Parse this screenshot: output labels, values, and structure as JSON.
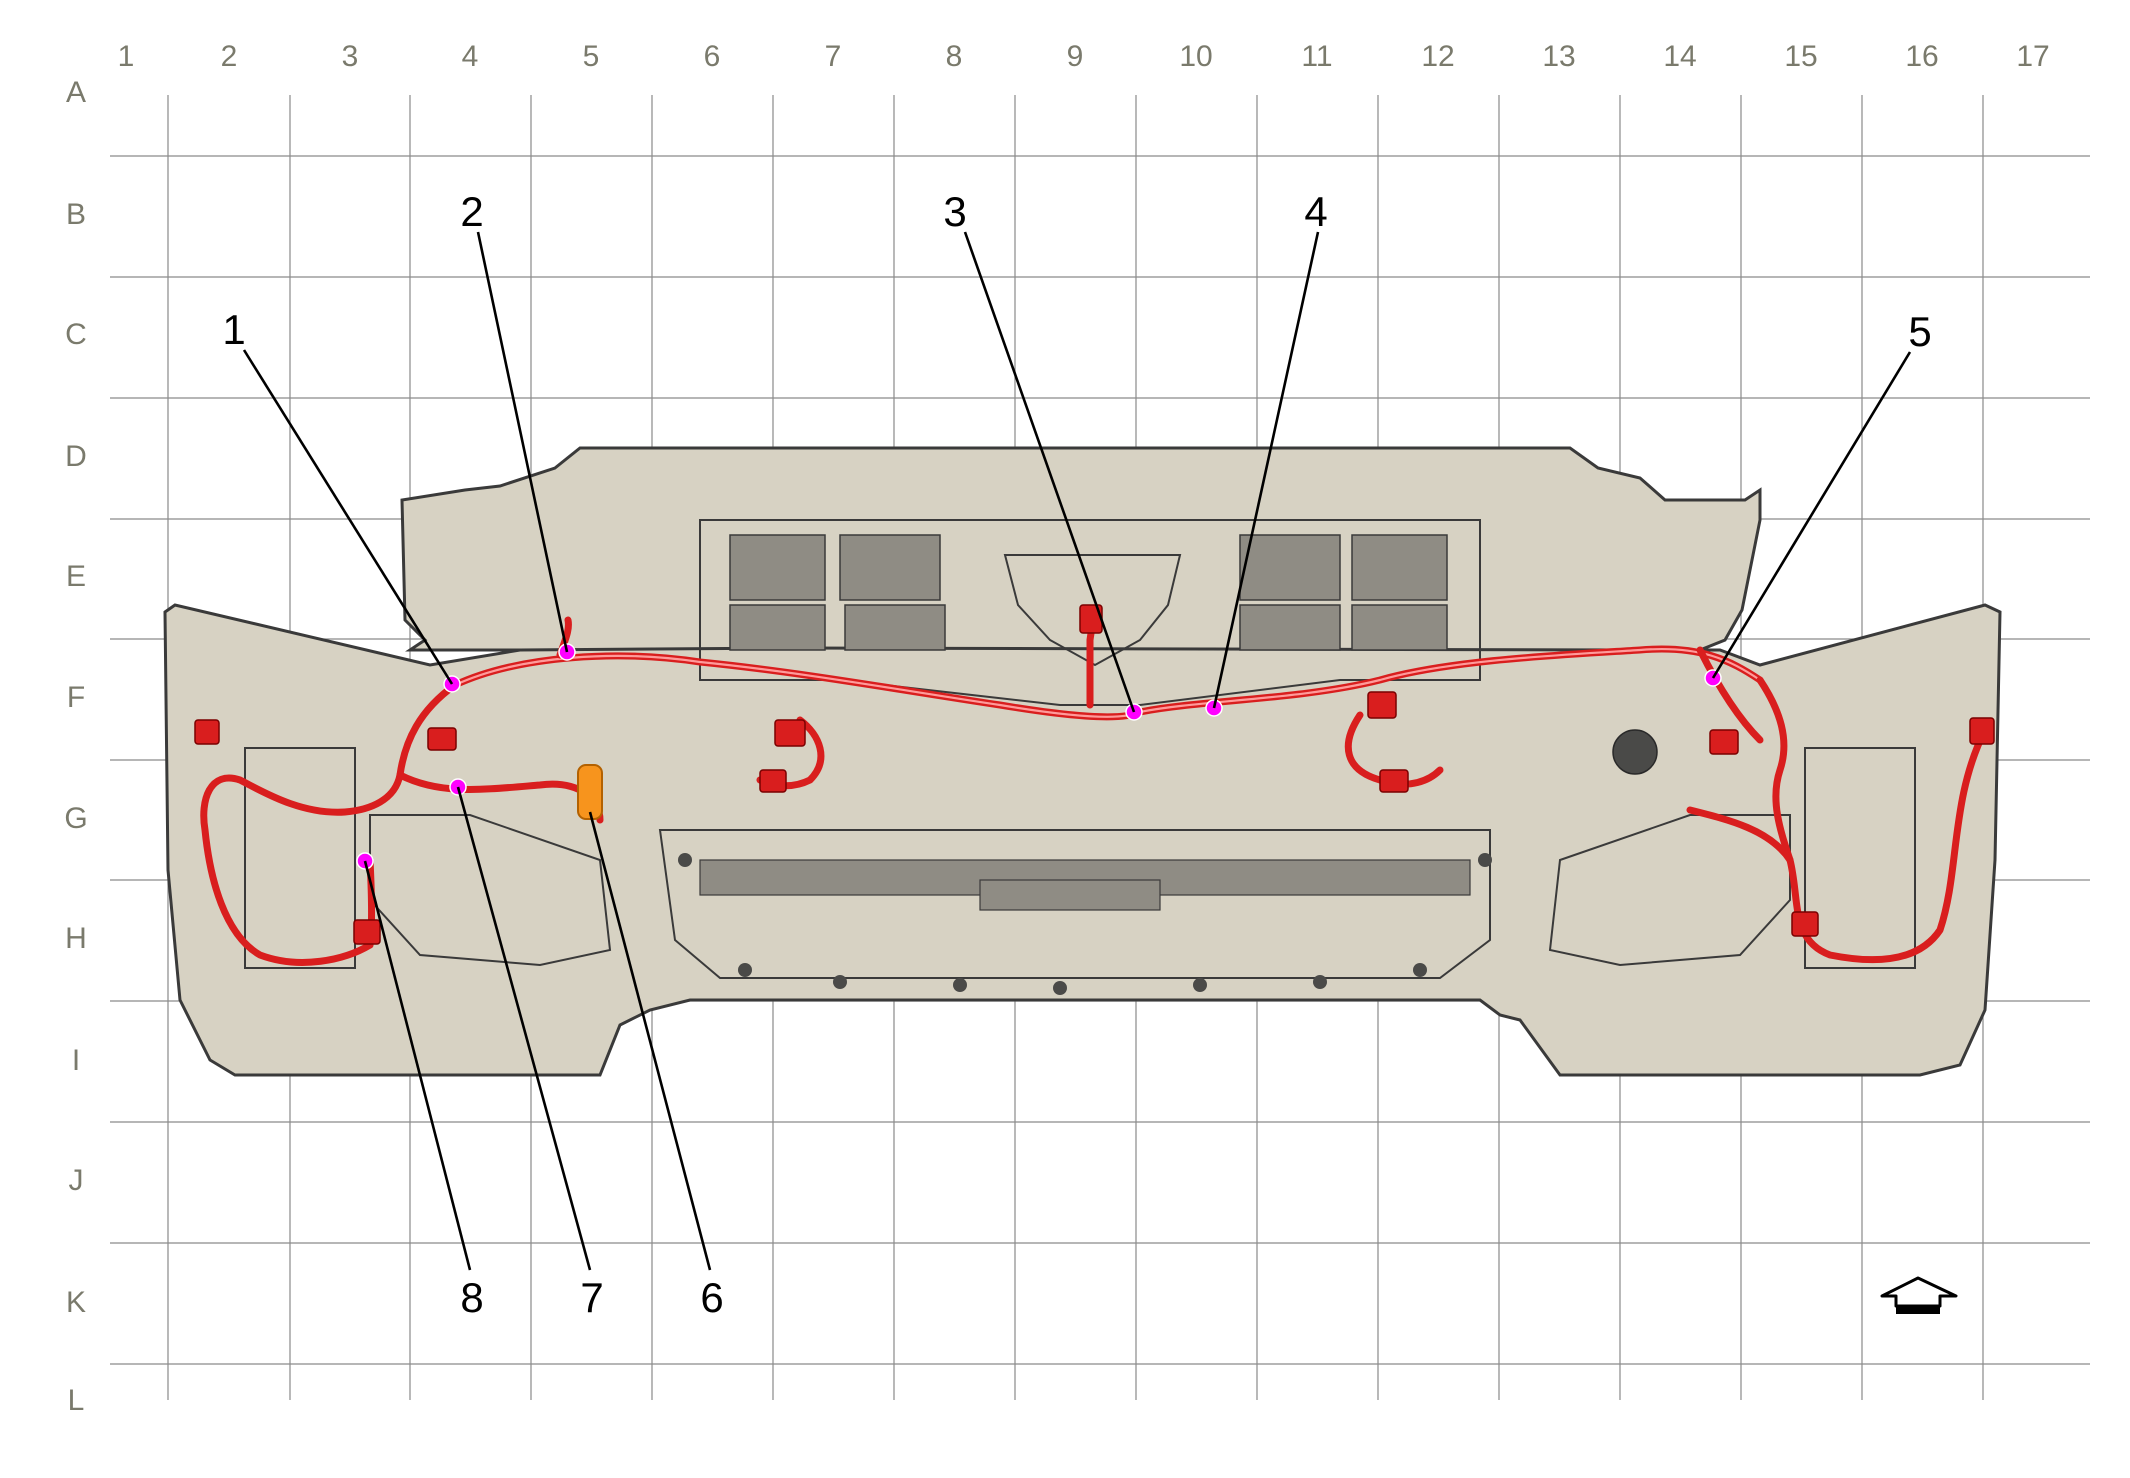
{
  "grid": {
    "columns": [
      "1",
      "2",
      "3",
      "4",
      "5",
      "6",
      "7",
      "8",
      "9",
      "10",
      "11",
      "12",
      "13",
      "14",
      "15",
      "16",
      "17"
    ],
    "rows": [
      "A",
      "B",
      "C",
      "D",
      "E",
      "F",
      "G",
      "H",
      "I",
      "J",
      "K",
      "L"
    ]
  },
  "callouts": [
    "1",
    "2",
    "3",
    "4",
    "5",
    "6",
    "7",
    "8"
  ],
  "colors": {
    "harness": "#d91e1e",
    "location_marker": "#ff00ff",
    "highlighted_component": "#f7941d",
    "body": "#d7d2c3",
    "grid": "#8a8a8a"
  },
  "icons": {
    "front_indicator": "arrow-up-icon"
  }
}
